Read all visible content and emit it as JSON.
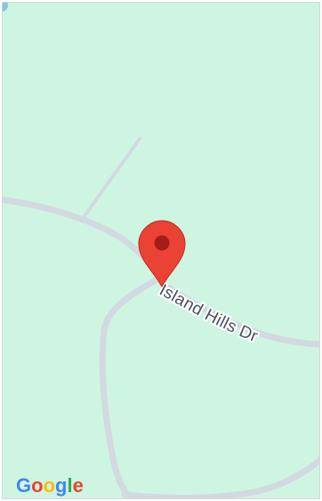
{
  "map": {
    "background_color": "#cdf5e1",
    "road_color": "#d3d9e0",
    "street_label": "Island Hills Dr",
    "marker_color": "#ea4335",
    "marker_dot_color": "#a51d14",
    "marker_icon": "map-pin-icon"
  },
  "attribution": {
    "logo_text": "Google",
    "letters": [
      {
        "char": "G",
        "color": "#4285F4"
      },
      {
        "char": "o",
        "color": "#EA4335"
      },
      {
        "char": "o",
        "color": "#FBBC05"
      },
      {
        "char": "g",
        "color": "#4285F4"
      },
      {
        "char": "l",
        "color": "#34A853"
      },
      {
        "char": "e",
        "color": "#EA4335"
      }
    ]
  }
}
